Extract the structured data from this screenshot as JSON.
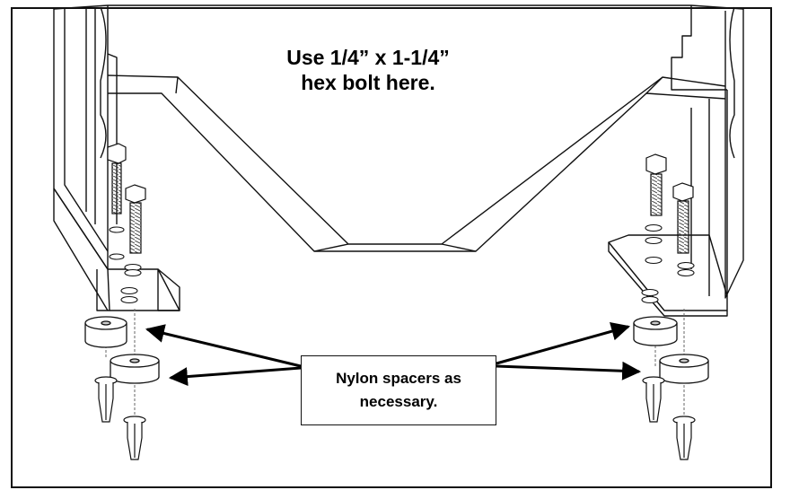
{
  "instruction": {
    "line1": "Use 1/4” x 1-1/4”",
    "line2": "hex bolt here."
  },
  "callout": {
    "line1": "Nylon spacers as",
    "line2": "necessary."
  },
  "colors": {
    "line": "#111111",
    "shade": "#cfcfcf",
    "thread": "#555555",
    "background": "#ffffff"
  },
  "icons": [
    "hex-bolt-icon",
    "nylon-spacer-icon",
    "anchor-plug-icon",
    "washer-icon"
  ]
}
